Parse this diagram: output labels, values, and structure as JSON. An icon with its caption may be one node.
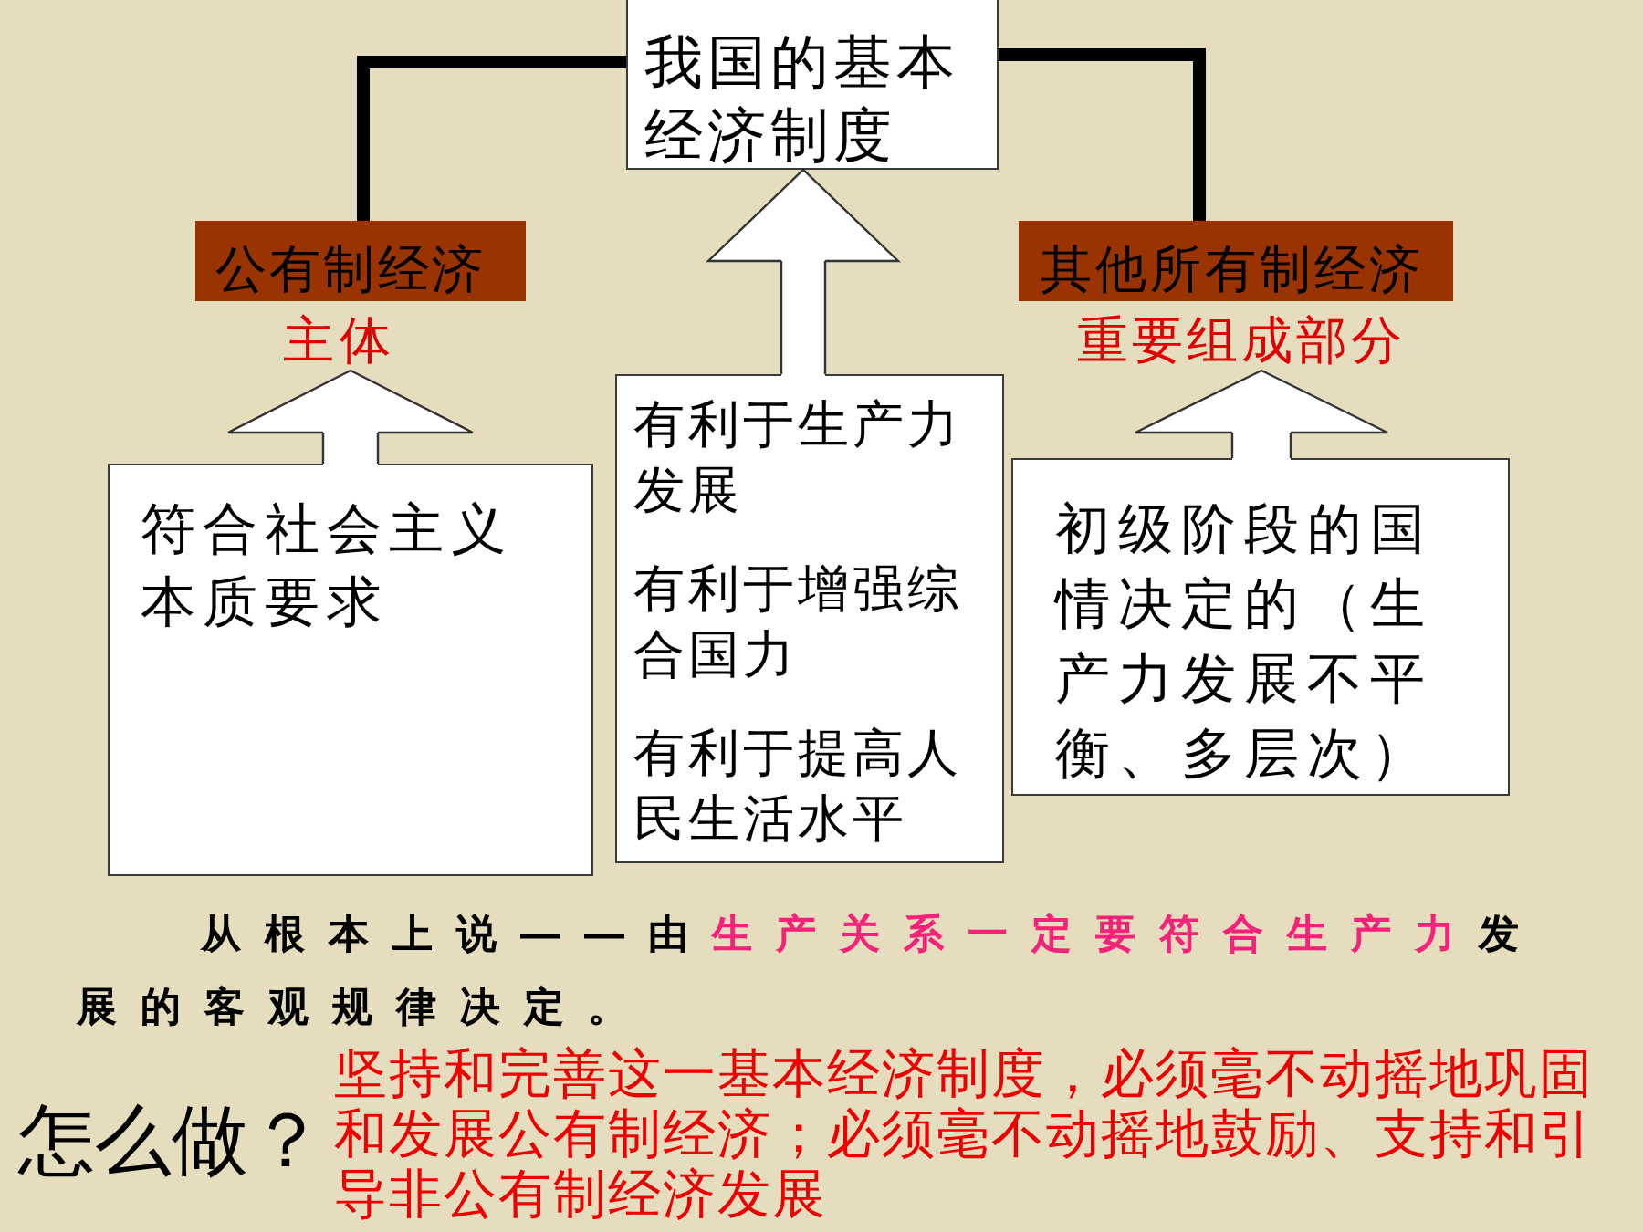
{
  "diagram": {
    "nodes": [
      {
        "text": [
          "我国的基本经济制度"
        ]
      },
      {
        "text": [
          "公有制经济",
          "主体"
        ]
      },
      {
        "text": [
          "其他所有制经济",
          "重要组成部分"
        ]
      },
      {
        "text": [
          "符合社会主义本质要求"
        ]
      },
      {
        "text": [
          "有利于生产力发展",
          "有利于增强综合国力",
          "有利于提高人民生活水平"
        ]
      },
      {
        "text": [
          "初级阶段的国情决定的（生产力发展不平衡、多层次）"
        ]
      }
    ],
    "edges": [
      {
        "from": 0,
        "to": 1,
        "arrow": "none",
        "style": "thick"
      },
      {
        "from": 0,
        "to": 2,
        "arrow": "none",
        "style": "thick"
      },
      {
        "from": 3,
        "to": 1,
        "arrow": "to"
      },
      {
        "from": 4,
        "to": 0,
        "arrow": "to"
      },
      {
        "from": 5,
        "to": 2,
        "arrow": "to"
      }
    ],
    "labels": [
      "从根本上说——由**生产关系一定要符合生产力**发展的客观规律决定。",
      "怎么做？",
      "坚持和完善这一基本经济制度，必须毫不动摇地巩固和发展公有制经济；必须毫不动摇地鼓励、支持和引导非公有制经济发展"
    ]
  }
}
